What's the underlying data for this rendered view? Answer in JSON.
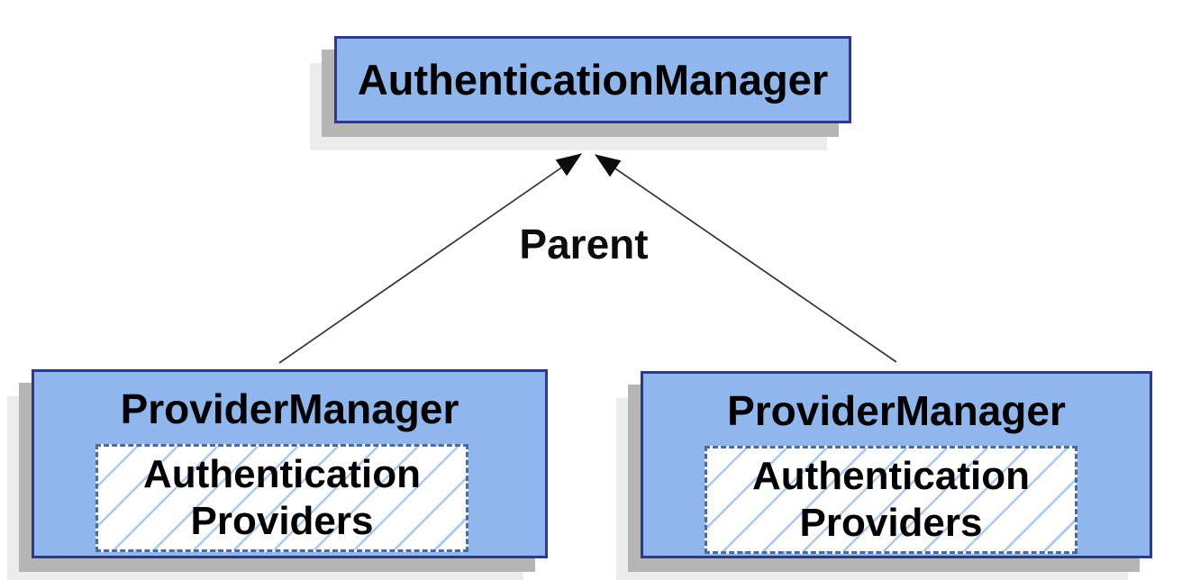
{
  "diagram": {
    "top_node": {
      "label": "AuthenticationManager"
    },
    "edge_label": "Parent",
    "provider_nodes": [
      {
        "title": "ProviderManager",
        "inner_lines": [
          "Authentication",
          "Providers"
        ]
      },
      {
        "title": "ProviderManager",
        "inner_lines": [
          "Authentication",
          "Providers"
        ]
      }
    ],
    "colors": {
      "node_fill": "#8fb6ed",
      "node_border": "#2b3a8e",
      "dashed_border": "#4a6b9d",
      "hatch_line": "#a9c9f2",
      "shadow": "#b5b5b5",
      "shadow_light": "#ececec",
      "arrow": "#333333",
      "text": "#000000"
    }
  }
}
